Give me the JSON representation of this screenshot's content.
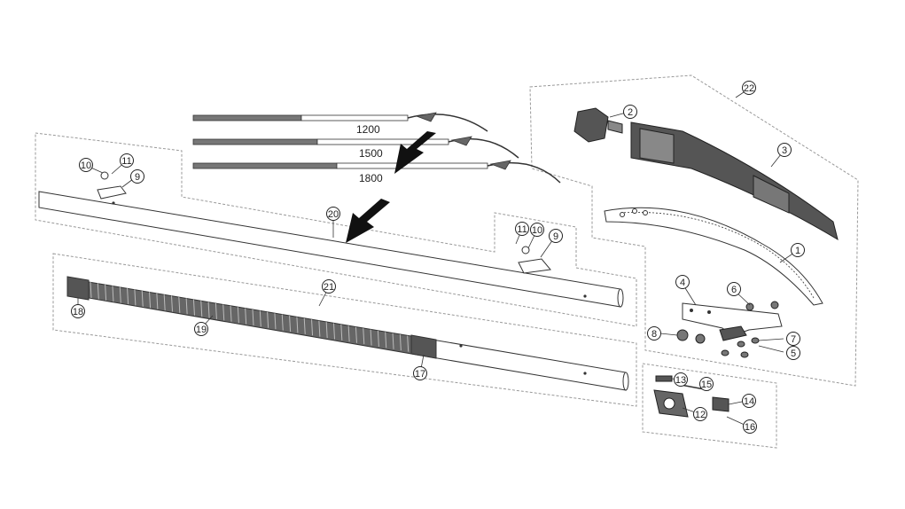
{
  "lengths": [
    "1200",
    "1500",
    "1800"
  ],
  "callouts": {
    "c1": "1",
    "c2": "2",
    "c3": "3",
    "c4": "4",
    "c5": "5",
    "c6": "6",
    "c7": "7",
    "c8": "8",
    "c9a": "9",
    "c9b": "9",
    "c10a": "10",
    "c10b": "10",
    "c11a": "11",
    "c11b": "11",
    "c12": "12",
    "c13": "13",
    "c14": "14",
    "c15": "15",
    "c16": "16",
    "c17": "17",
    "c18": "18",
    "c19": "19",
    "c20": "20",
    "c21": "21",
    "c22": "22"
  },
  "colors": {
    "line": "#333333",
    "dash": "#999999",
    "dark": "#444444",
    "mid": "#888888"
  }
}
